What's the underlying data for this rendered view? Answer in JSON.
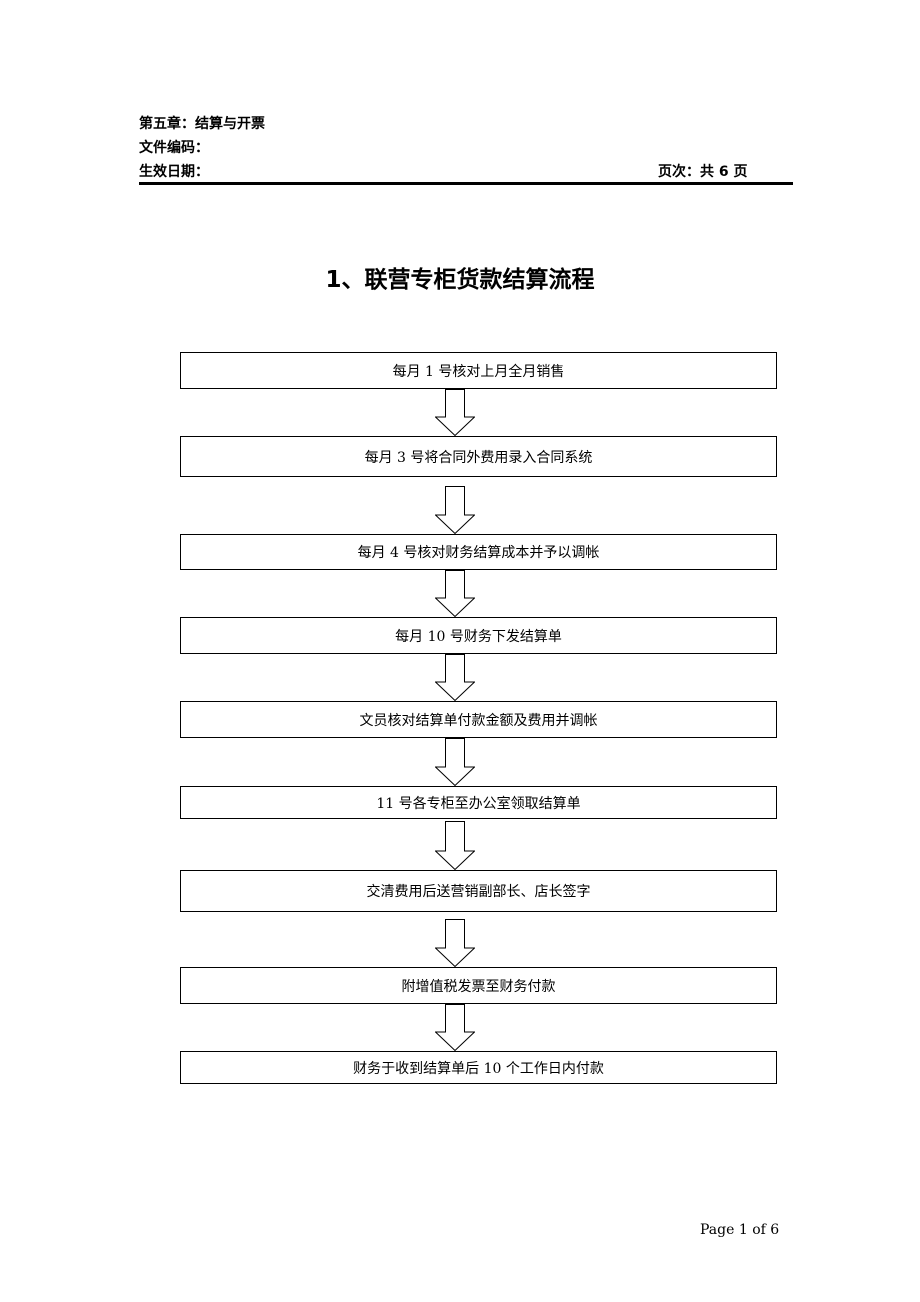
{
  "header": {
    "chapter": "第五章：结算与开票",
    "doc_code": "文件编码：",
    "effective_date": "生效日期：",
    "page_count": "页次：共 6 页"
  },
  "title": "1、联营专柜货款结算流程",
  "flow": {
    "steps": [
      "每月 1 号核对上月全月销售",
      "每月 3 号将合同外费用录入合同系统",
      "每月 4 号核对财务结算成本并予以调帐",
      "每月 10 号财务下发结算单",
      "文员核对结算单付款金额及费用并调帐",
      "11 号各专柜至办公室领取结算单",
      "交清费用后送营销副部长、店长签字",
      "附增值税发票至财务付款",
      "财务于收到结算单后 10 个工作日内付款"
    ]
  },
  "footer": {
    "page_label": "Page 1 of 6"
  }
}
